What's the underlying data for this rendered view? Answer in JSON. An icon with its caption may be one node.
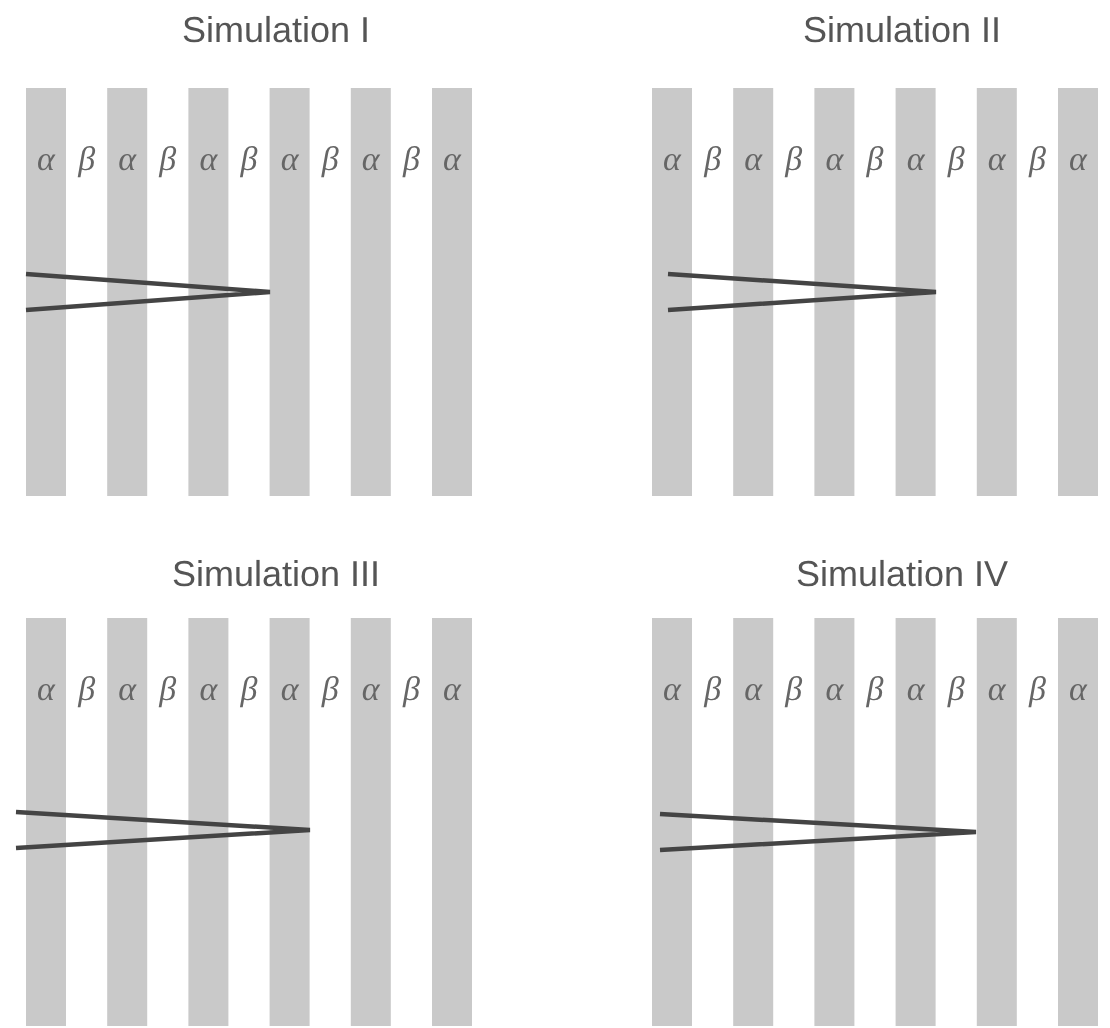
{
  "diagram": {
    "labels": [
      "Simulation I",
      "α",
      "β",
      "α",
      "β",
      "α",
      "β",
      "α",
      "β",
      "α",
      "β",
      "α",
      "Simulation II",
      "α",
      "β",
      "α",
      "β",
      "α",
      "β",
      "α",
      "β",
      "α",
      "β",
      "α",
      "Simulation III",
      "α",
      "β",
      "α",
      "β",
      "α",
      "β",
      "α",
      "β",
      "α",
      "β",
      "α",
      "Simulation IV",
      "α",
      "β",
      "α",
      "β",
      "α",
      "β",
      "α",
      "β",
      "α",
      "β",
      "α"
    ]
  }
}
